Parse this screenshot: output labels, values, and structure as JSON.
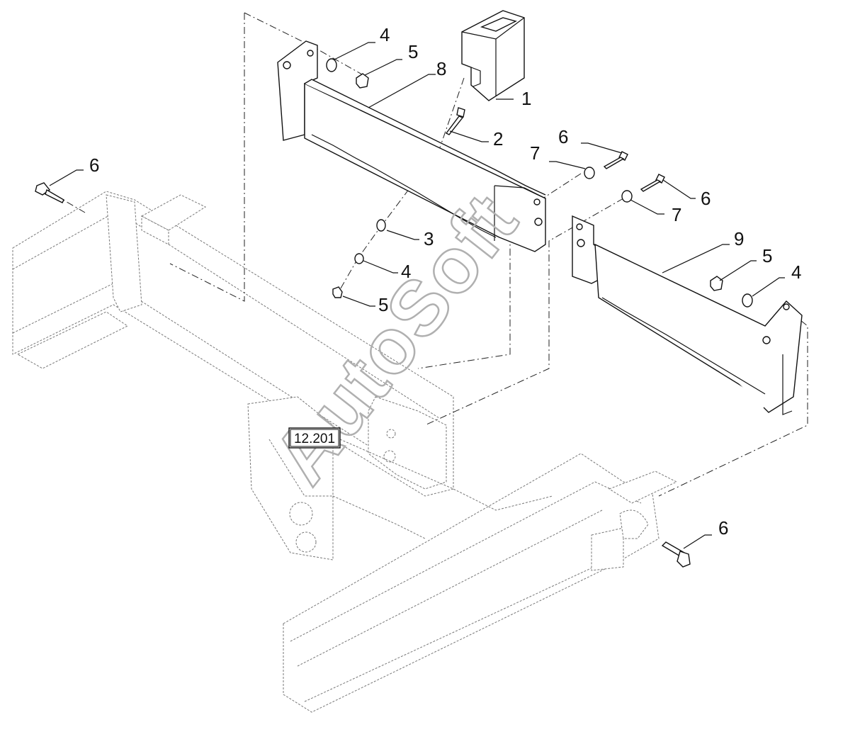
{
  "reference_box": {
    "label": "12.201"
  },
  "watermark": {
    "text": "AutoSoft"
  },
  "callouts": {
    "c1": "1",
    "c2": "2",
    "c3": "3",
    "c4a": "4",
    "c4b": "4",
    "c4c": "4",
    "c5a": "5",
    "c5b": "5",
    "c5c": "5",
    "c6a": "6",
    "c6b": "6",
    "c6c": "6",
    "c6d": "6",
    "c7a": "7",
    "c7b": "7",
    "c8": "8",
    "c9": "9"
  }
}
